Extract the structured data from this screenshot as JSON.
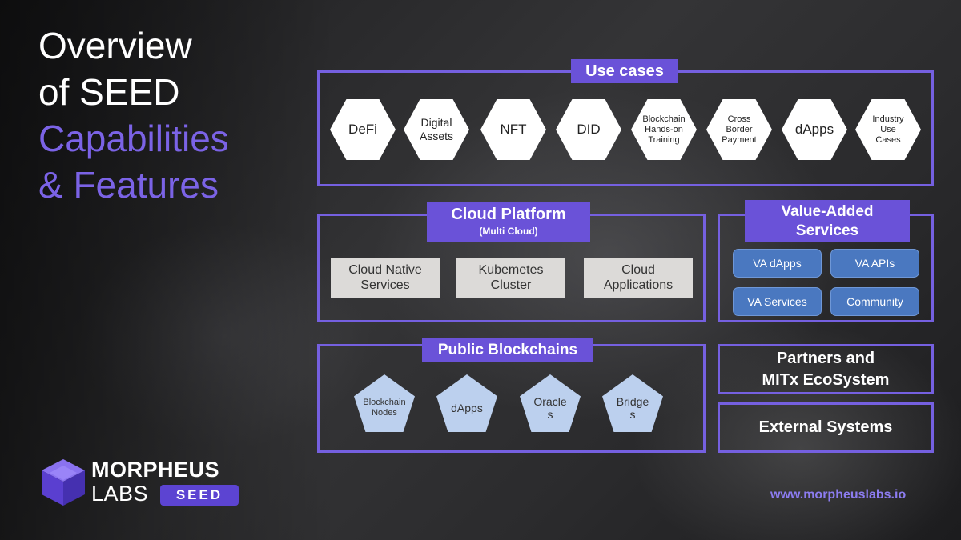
{
  "title": {
    "line1": "Overview",
    "line2": "of SEED",
    "line3": "Capabilities",
    "line4": "& Features"
  },
  "use_cases": {
    "label": "Use cases",
    "items": [
      "DeFi",
      "Digital\nAssets",
      "NFT",
      "DID",
      "Blockchain\nHands-on\nTraining",
      "Cross\nBorder\nPayment",
      "dApps",
      "Industry\nUse\nCases"
    ]
  },
  "cloud_platform": {
    "label": "Cloud Platform",
    "sublabel": "(Multi Cloud)",
    "items": [
      "Cloud Native\nServices",
      "Kubemetes\nCluster",
      "Cloud\nApplications"
    ]
  },
  "value_added": {
    "label": "Value-Added\nServices",
    "items": [
      "VA dApps",
      "VA APIs",
      "VA Services",
      "Community"
    ]
  },
  "public_blockchains": {
    "label": "Public Blockchains",
    "items": [
      "Blockchain\nNodes",
      "dApps",
      "Oracle\ns",
      "Bridge\ns"
    ]
  },
  "partners": {
    "label": "Partners and\nMITx EcoSystem"
  },
  "external": {
    "label": "External Systems"
  },
  "brand": {
    "name_line1": "MORPHEUS",
    "name_line2": "LABS",
    "badge": "SEED",
    "url": "www.morpheuslabs.io"
  },
  "colors": {
    "accent": "#6a52d8",
    "frame": "#7560e0",
    "title_purple": "#7b63e6",
    "va_button": "#4a78c0",
    "pentagon": "#bcd0ee",
    "cloud_box": "#dcdad8"
  }
}
